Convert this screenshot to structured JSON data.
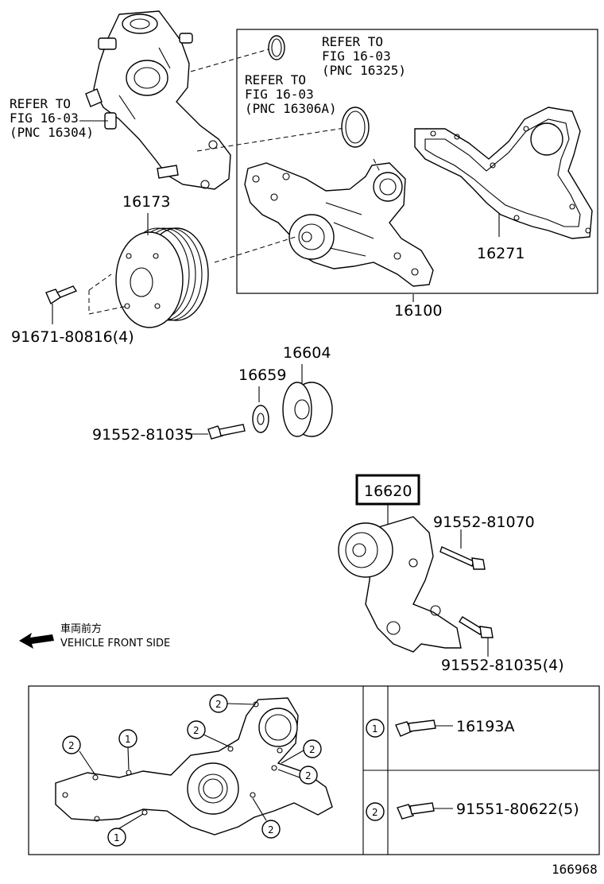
{
  "refs": {
    "ref_16304": [
      "REFER TO",
      "FIG 16-03",
      "(PNC 16304)"
    ],
    "ref_16306a": [
      "REFER TO",
      "FIG 16-03",
      "(PNC 16306A)"
    ],
    "ref_16325": [
      "REFER TO",
      "FIG 16-03",
      "(PNC 16325)"
    ]
  },
  "parts": {
    "p16173": "16173",
    "p16100": "16100",
    "p16271": "16271",
    "p91671": "91671-80816(4)",
    "p16604": "16604",
    "p16659": "16659",
    "p91552_a": "91552-81035",
    "p16620": "16620",
    "p91552_b": "91552-81070",
    "p91552_c": "91552-81035(4)"
  },
  "direction": {
    "jp": "車両前方",
    "en": "VEHICLE FRONT SIDE"
  },
  "legend": {
    "bolt1_marker": "1",
    "bolt1_part": "16193A",
    "bolt2_marker": "2",
    "bolt2_part": "91551-80622(5)"
  },
  "callouts": {
    "one": "1",
    "two": "2"
  },
  "figure_number": "166968"
}
